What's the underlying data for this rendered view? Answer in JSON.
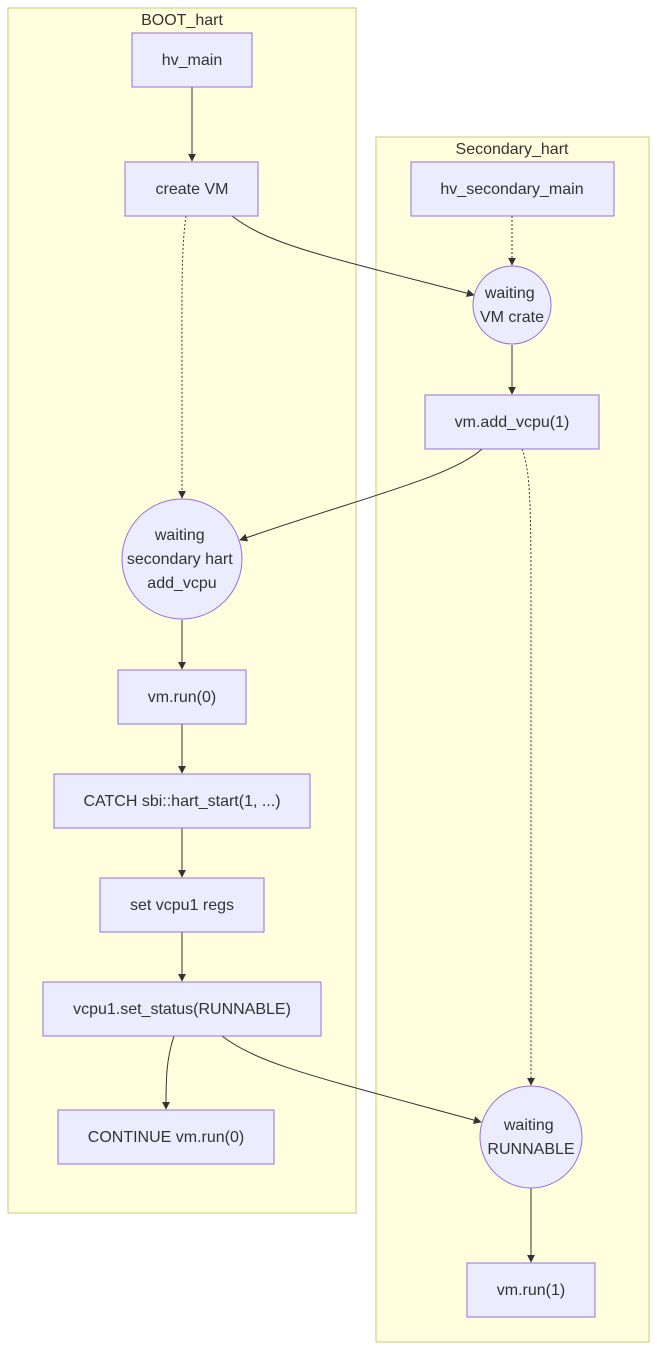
{
  "clusters": {
    "boot": {
      "title": "BOOT_hart"
    },
    "secondary": {
      "title": "Secondary_hart"
    }
  },
  "nodes": {
    "hv_main": {
      "lines": [
        "hv_main"
      ]
    },
    "create_vm": {
      "lines": [
        "create VM"
      ]
    },
    "waiting_secondary": {
      "lines": [
        "waiting",
        "secondary hart",
        "add_vcpu"
      ]
    },
    "vm_run0": {
      "lines": [
        "vm.run(0)"
      ]
    },
    "catch_sbi": {
      "lines": [
        "CATCH sbi::hart_start(1, ...)"
      ]
    },
    "set_regs": {
      "lines": [
        "set vcpu1 regs"
      ]
    },
    "set_status": {
      "lines": [
        "vcpu1.set_status(RUNNABLE)"
      ]
    },
    "continue_run": {
      "lines": [
        "CONTINUE vm.run(0)"
      ]
    },
    "hv_secondary_main": {
      "lines": [
        "hv_secondary_main"
      ]
    },
    "waiting_vm": {
      "lines": [
        "waiting",
        "VM crate"
      ]
    },
    "add_vcpu1": {
      "lines": [
        "vm.add_vcpu(1)"
      ]
    },
    "waiting_runnable": {
      "lines": [
        "waiting",
        "RUNNABLE"
      ]
    },
    "vm_run1": {
      "lines": [
        "vm.run(1)"
      ]
    }
  },
  "edges": [
    {
      "from": "hv_main",
      "to": "create_vm",
      "style": "solid"
    },
    {
      "from": "create_vm",
      "to": "waiting_secondary",
      "style": "dotted"
    },
    {
      "from": "create_vm",
      "to": "waiting_vm",
      "style": "solid"
    },
    {
      "from": "hv_secondary_main",
      "to": "waiting_vm",
      "style": "dotted"
    },
    {
      "from": "waiting_vm",
      "to": "add_vcpu1",
      "style": "solid"
    },
    {
      "from": "add_vcpu1",
      "to": "waiting_secondary",
      "style": "solid"
    },
    {
      "from": "add_vcpu1",
      "to": "waiting_runnable",
      "style": "dotted"
    },
    {
      "from": "waiting_secondary",
      "to": "vm_run0",
      "style": "solid"
    },
    {
      "from": "vm_run0",
      "to": "catch_sbi",
      "style": "solid"
    },
    {
      "from": "catch_sbi",
      "to": "set_regs",
      "style": "solid"
    },
    {
      "from": "set_regs",
      "to": "set_status",
      "style": "solid"
    },
    {
      "from": "set_status",
      "to": "continue_run",
      "style": "solid"
    },
    {
      "from": "set_status",
      "to": "waiting_runnable",
      "style": "solid"
    },
    {
      "from": "waiting_runnable",
      "to": "vm_run1",
      "style": "solid"
    }
  ]
}
